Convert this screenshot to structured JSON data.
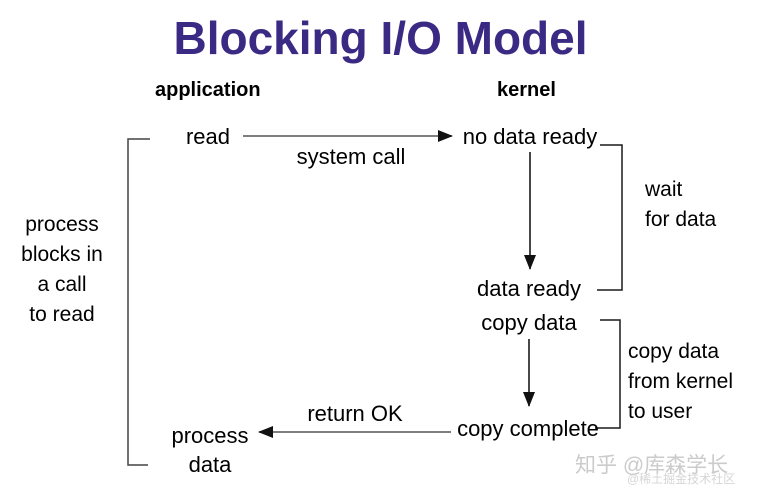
{
  "title": "Blocking I/O Model",
  "columns": {
    "application": "application",
    "kernel": "kernel"
  },
  "nodes": {
    "read": "read",
    "no_data_ready": "no data ready",
    "data_ready": "data ready",
    "copy_data": "copy data",
    "copy_complete": "copy complete",
    "process": "process",
    "process_data": "data"
  },
  "edge_labels": {
    "system_call": "system call",
    "return_ok": "return OK"
  },
  "annotations": {
    "process_blocks": [
      "process",
      "blocks in",
      "a call",
      "to read"
    ],
    "wait_for_data": [
      "wait",
      "for data"
    ],
    "copy_kernel_user": [
      "copy data",
      "from kernel",
      "to user"
    ]
  },
  "watermark": {
    "main": "知乎 @库森学长",
    "sub": "@稀土掘金技术社区"
  },
  "colors": {
    "background": "#ffffff",
    "title": "#3b2a84",
    "text": "#000000",
    "line": "#333333",
    "watermark_main": "#cbcbcb",
    "watermark_sub": "#d6d6d6"
  }
}
